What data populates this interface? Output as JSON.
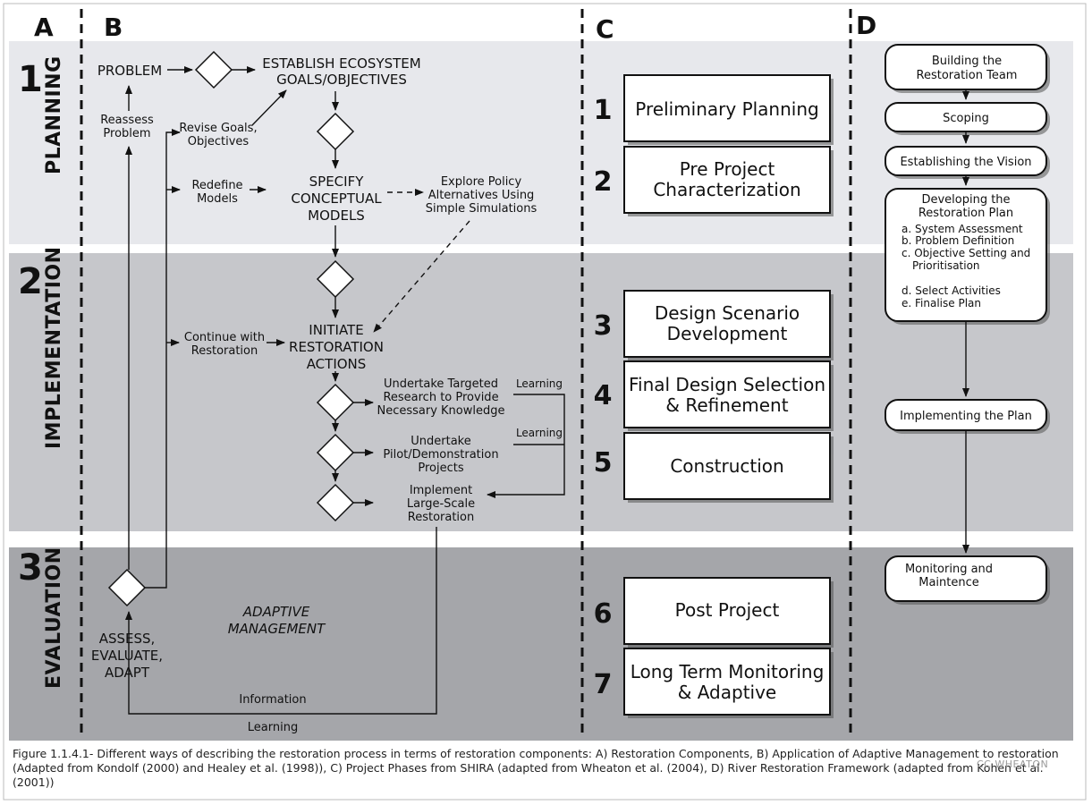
{
  "columns": {
    "a": "A",
    "b": "B",
    "c": "C",
    "d": "D"
  },
  "phases": [
    {
      "number": "1",
      "name": "PLANNING"
    },
    {
      "number": "2",
      "name": "IMPLEMENTATION"
    },
    {
      "number": "3",
      "name": "EVALUATION"
    }
  ],
  "colors": {
    "band1": "#e7e8ec",
    "band2": "#c6c7cb",
    "band3": "#a5a6aa",
    "line": "#111111",
    "box": "#ffffff"
  },
  "col_b": {
    "problem": "PROBLEM",
    "establish_1": "ESTABLISH ECOSYSTEM",
    "establish_2": "GOALS/OBJECTIVES",
    "reassess_1": "Reassess",
    "reassess_2": "Problem",
    "revise_1": "Revise Goals,",
    "revise_2": "Objectives",
    "redefine_1": "Redefine",
    "redefine_2": "Models",
    "specify_1": "SPECIFY",
    "specify_2": "CONCEPTUAL",
    "specify_3": "MODELS",
    "explore_1": "Explore Policy",
    "explore_2": "Alternatives Using",
    "explore_3": "Simple Simulations",
    "continue_1": "Continue with",
    "continue_2": "Restoration",
    "initiate_1": "INITIATE",
    "initiate_2": "RESTORATION",
    "initiate_3": "ACTIONS",
    "research_1": "Undertake Targeted",
    "research_2": "Research to Provide",
    "research_3": "Necessary Knowledge",
    "learning_1": "Learning",
    "learning_2": "Learning",
    "pilot_1": "Undertake",
    "pilot_2": "Pilot/Demonstration",
    "pilot_3": "Projects",
    "implement_1": "Implement",
    "implement_2": "Large-Scale",
    "implement_3": "Restoration",
    "adaptive_1": "ADAPTIVE",
    "adaptive_2": "MANAGEMENT",
    "assess_1": "ASSESS,",
    "assess_2": "EVALUATE,",
    "assess_3": "ADAPT",
    "information": "Information",
    "learning_bottom": "Learning"
  },
  "col_c": [
    {
      "num": "1",
      "line1": "Preliminary Planning",
      "line2": ""
    },
    {
      "num": "2",
      "line1": "Pre Project",
      "line2": "Characterization"
    },
    {
      "num": "3",
      "line1": "Design Scenario",
      "line2": "Development"
    },
    {
      "num": "4",
      "line1": "Final Design Selection",
      "line2": "& Refinement"
    },
    {
      "num": "5",
      "line1": "Construction",
      "line2": ""
    },
    {
      "num": "6",
      "line1": "Post Project",
      "line2": ""
    },
    {
      "num": "7",
      "line1": "Long Term Monitoring",
      "line2": "& Adaptive"
    }
  ],
  "col_d": {
    "team_1": "Building the",
    "team_2": "Restoration Team",
    "scoping": "Scoping",
    "vision": "Establishing the Vision",
    "plan_1": "Developing the",
    "plan_2": "Restoration Plan",
    "plan_items": [
      "a. System Assessment",
      "b. Problem Definition",
      "c. Objective Setting and",
      "Prioritisation",
      "d. Select Activities",
      "e. Finalise Plan"
    ],
    "implementing": "Implementing the Plan",
    "monitoring_1": "Monitoring and",
    "monitoring_2": "Maintence"
  },
  "caption": "Figure 1.1.4.1- Different ways of describing the restoration process in terms of restoration components: A) Restoration Components, B) Application of Adaptive Management to restoration (Adapted from Kondolf (2000) and Healey et al. (1998)), C) Project Phases from SHIRA (adapted from Wheaton et al. (2004), D) River Restoration Framework (adapted from Kohen et al. (2001))",
  "watermark": "CC WHEATON"
}
